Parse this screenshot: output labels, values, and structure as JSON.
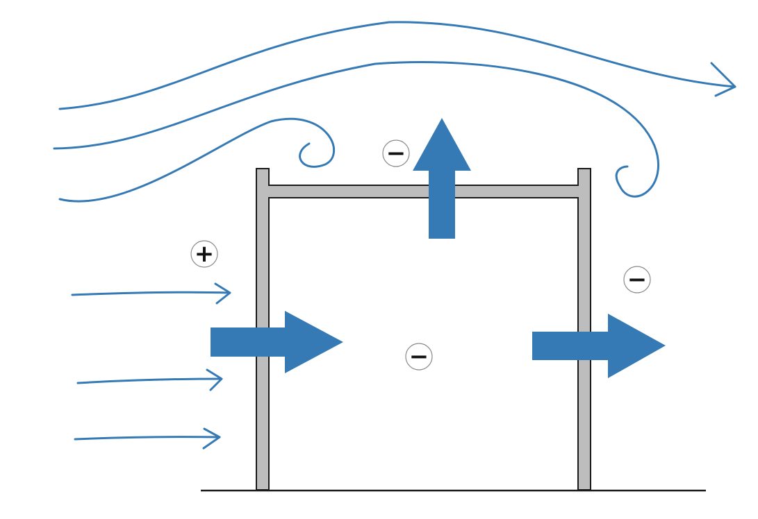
{
  "colors": {
    "wind": "#3579b5",
    "flow_arrow": "#3579b5",
    "wall": "#bdbdbd",
    "outline": "#1a1a1a",
    "ground": "#1a1a1a",
    "badge_border": "#8a8a8a",
    "background": "#ffffff"
  },
  "pressure_badges": {
    "roof_top": "−",
    "windward_outside": "+",
    "leeward_outside": "−",
    "interior": "−"
  },
  "icons": {
    "wind_lines": "streamline-arrows",
    "roof_vortex": "eddy-curl",
    "airflow": "block-arrow"
  }
}
